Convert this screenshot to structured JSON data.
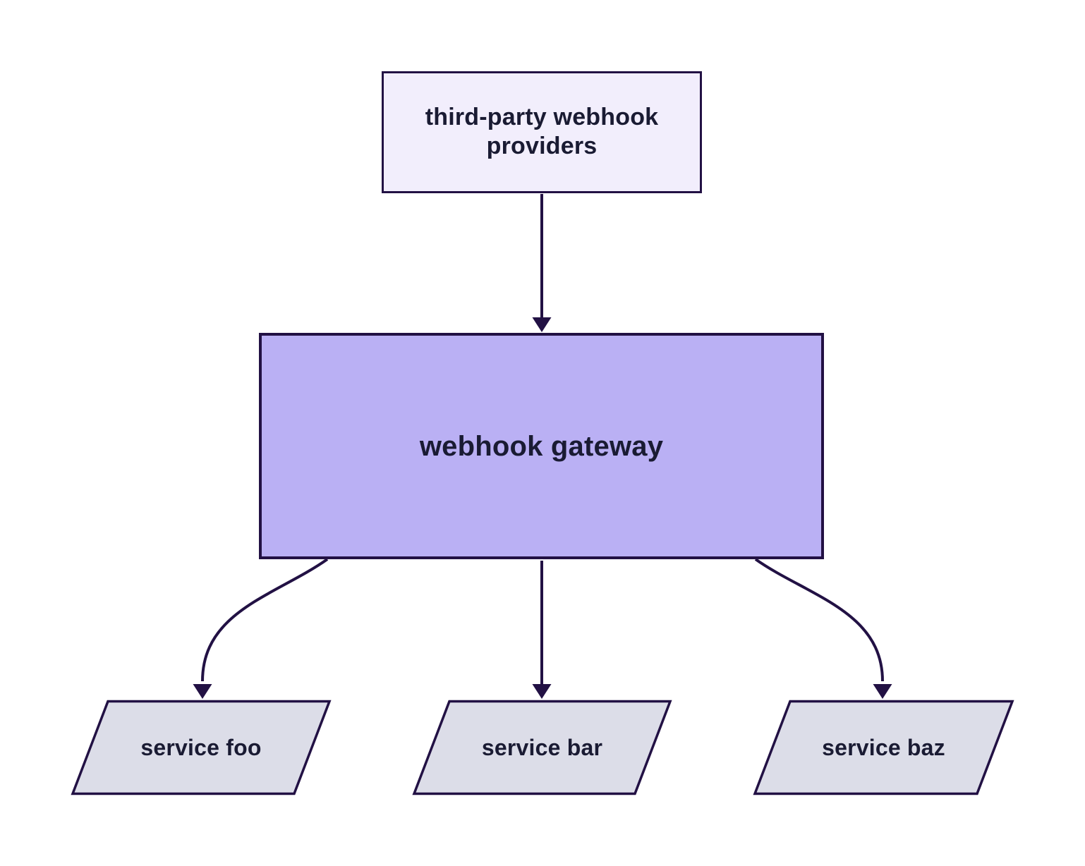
{
  "diagram": {
    "type": "flowchart",
    "direction": "top-down",
    "nodes": {
      "providers": {
        "label": "third-party webhook providers",
        "shape": "rectangle"
      },
      "gateway": {
        "label": "webhook gateway",
        "shape": "rectangle"
      },
      "service_foo": {
        "label": "service foo",
        "shape": "parallelogram"
      },
      "service_bar": {
        "label": "service bar",
        "shape": "parallelogram"
      },
      "service_baz": {
        "label": "service baz",
        "shape": "parallelogram"
      }
    },
    "edges": [
      {
        "from": "providers",
        "to": "gateway",
        "style": "straight-arrow"
      },
      {
        "from": "gateway",
        "to": "service_foo",
        "style": "curved-arrow"
      },
      {
        "from": "gateway",
        "to": "service_bar",
        "style": "straight-arrow"
      },
      {
        "from": "gateway",
        "to": "service_baz",
        "style": "curved-arrow"
      }
    ],
    "colors": {
      "background": "#ffffff",
      "line": "#221144",
      "text": "#1a1b33",
      "providers_fill": "#f2eefc",
      "gateway_fill": "#bab0f4",
      "service_fill": "#dcdde8"
    }
  }
}
